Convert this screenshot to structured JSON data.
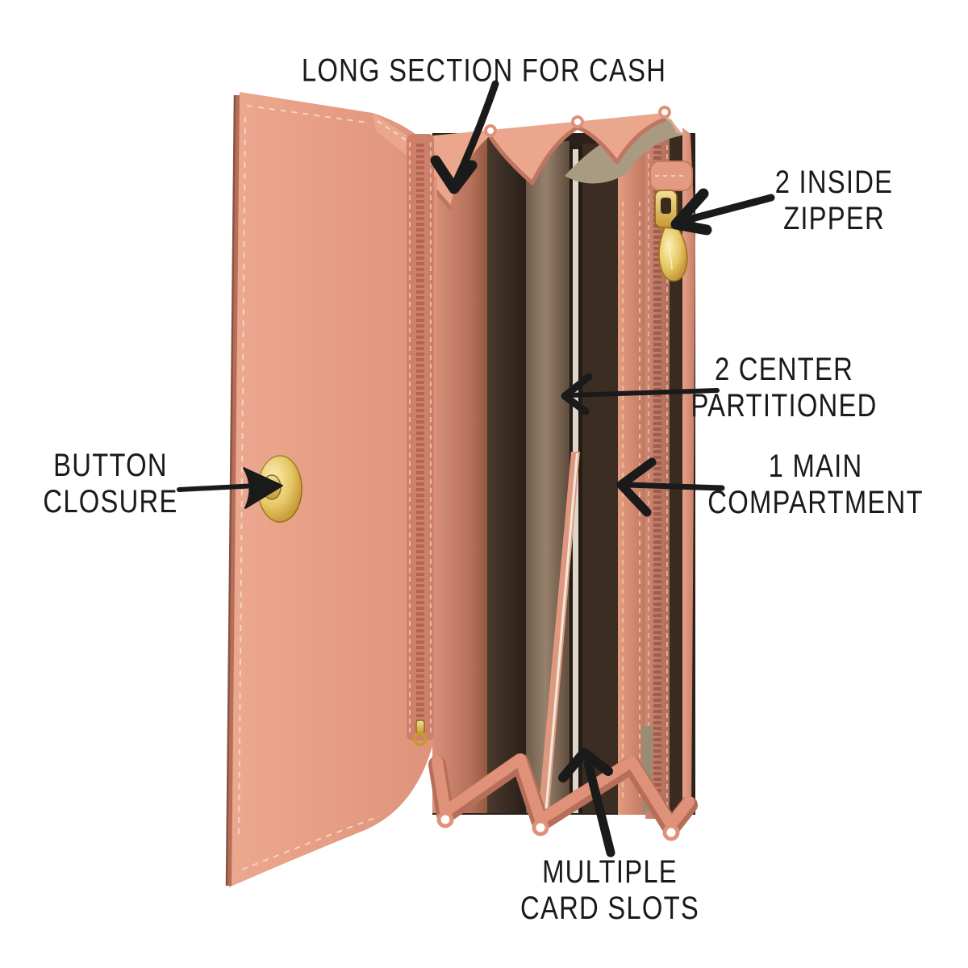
{
  "scene": {
    "description": "Open peach faux-leather clutch wallet photographed on a white background, annotated with six feature callouts and hand-drawn black arrows",
    "background_color": "#FFFFFF"
  },
  "colors": {
    "leather_peach": "#E39A81",
    "leather_highlight": "#ECA78E",
    "leather_shadow": "#C37A62",
    "suede_interior": "#8F7863",
    "dark_compartment": "#382B21",
    "khaki_lining": "#A89B81",
    "partition_highlight": "#DCD7CA",
    "gold_hardware": "#D9B254",
    "annotation_ink": "#1A1A1A"
  },
  "annotations": {
    "long_section_for_cash": {
      "lines": [
        "LONG SECTION FOR CASH"
      ]
    },
    "inside_zipper": {
      "lines": [
        "2 INSIDE",
        "ZIPPER"
      ]
    },
    "center_partitioned": {
      "lines": [
        "2 CENTER",
        "PARTITIONED"
      ]
    },
    "main_compartment": {
      "lines": [
        "1 MAIN",
        "COMPARTMENT"
      ]
    },
    "button_closure": {
      "lines": [
        "BUTTON",
        "CLOSURE"
      ]
    },
    "multiple_card_slots": {
      "lines": [
        "MULTIPLE",
        "CARD SLOTS"
      ]
    }
  }
}
